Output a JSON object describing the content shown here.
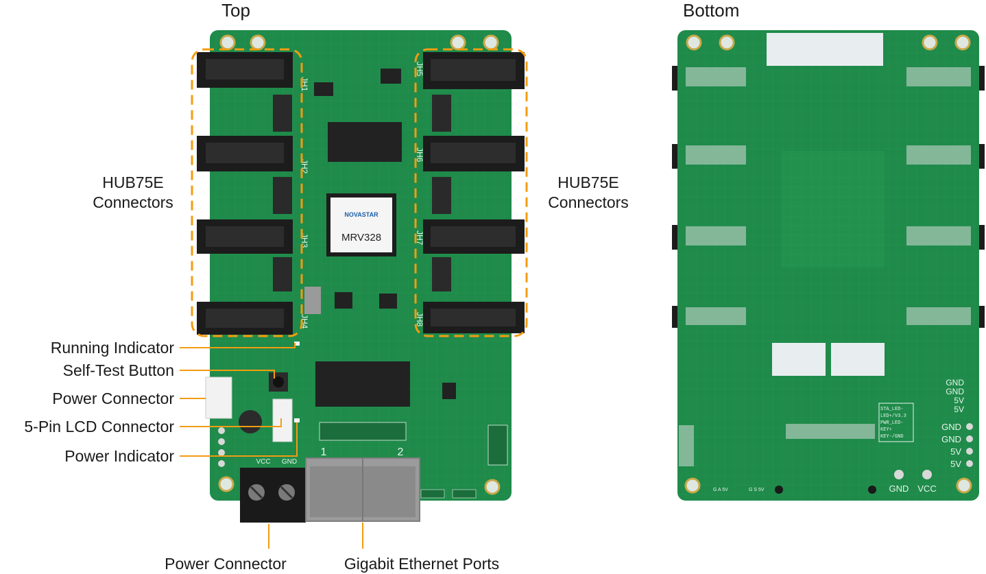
{
  "titles": {
    "top": "Top",
    "bottom": "Bottom"
  },
  "callouts": {
    "hub_left_line1": "HUB75E",
    "hub_left_line2": "Connectors",
    "hub_right_line1": "HUB75E",
    "hub_right_line2": "Connectors",
    "running_indicator": "Running Indicator",
    "self_test_button": "Self-Test Button",
    "power_connector_side": "Power Connector",
    "lcd_connector": "5-Pin LCD Connector",
    "power_indicator": "Power Indicator",
    "power_connector_bottom": "Power Connector",
    "gigabit_ethernet": "Gigabit Ethernet Ports"
  },
  "board_text": {
    "brand": "NOVASTAR",
    "model": "MRV328",
    "vcc": "VCC",
    "gnd": "GND",
    "port_1": "1",
    "port_2": "2",
    "jh1": "JH1",
    "jh2": "JH2",
    "jh3": "JH3",
    "jh4": "JH4",
    "jh5": "JH5",
    "jh6": "JH6",
    "jh7": "JH7",
    "jh8": "JH8",
    "pin_labels": [
      "GND",
      "GND",
      "5V",
      "5V"
    ],
    "side_labels": [
      "GND",
      "GND",
      "5V",
      "5V"
    ],
    "bottom_gnd": "GND",
    "bottom_vcc": "VCC",
    "lcd_pins": [
      "STA_LED-",
      "LED+/V3.3",
      "PWR_LED-",
      "KEY+",
      "KEY-/GND"
    ],
    "bottom_small": "G A 5V",
    "bottom_small2": "G S 5V"
  },
  "colors": {
    "pcb": "#1f8a4a",
    "pcb_dark": "#16703a",
    "trace": "#2aa65a",
    "connector": "#1c1c1c",
    "chip": "#222222",
    "callout_line": "#f39c12",
    "dashed_box": "#f39c12",
    "silk": "#e9f5ec"
  },
  "icons": {
    "hub_connector": "hub75e-connector-icon",
    "ethernet": "rj45-port-icon",
    "terminal": "terminal-block-icon"
  }
}
